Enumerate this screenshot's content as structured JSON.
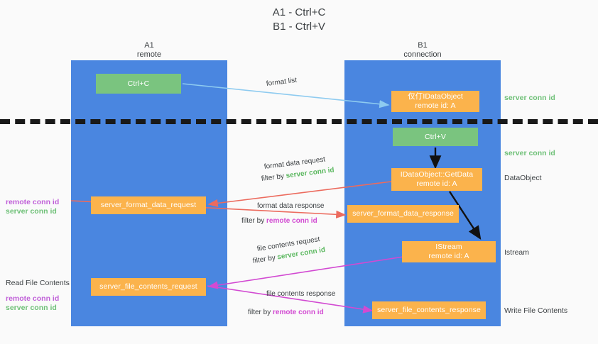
{
  "title": "A1 - Ctrl+C\nB1 - Ctrl+V",
  "lanes": {
    "left": {
      "label": "A1\nremote"
    },
    "right": {
      "label": "B1\nconnection"
    }
  },
  "nodes": {
    "ctrl_c": "Ctrl+C",
    "ctrl_v": "Ctrl+V",
    "idataobject": "仅仃IDataObject\nremote id: A",
    "getdata": "IDataObject::GetData\nremote id: A",
    "istream": "IStream\nremote id: A",
    "server_format_data_request": "server_format_data_request",
    "server_format_data_response": "server_format_data_response",
    "server_file_contents_request": "server_file_contents_request",
    "server_file_contents_response": "server_file_contents_response"
  },
  "edges": {
    "format_list": "format list",
    "format_data_request": "format data request",
    "format_data_request_filter_prefix": "filter by ",
    "format_data_request_filter_value": "server conn id",
    "format_data_response": "format data response",
    "format_data_response_filter_prefix": "filter by ",
    "format_data_response_filter_value": "remote conn id",
    "file_contents_request": "file contents request",
    "file_contents_request_filter_prefix": "filter by ",
    "file_contents_request_filter_value": "server conn id",
    "file_contents_response": "file contents response",
    "file_contents_response_filter_prefix": "filter by ",
    "file_contents_response_filter_value": "remote conn id"
  },
  "annotations": {
    "right_server_conn_id_top": "server conn id",
    "right_server_conn_id_mid": "server conn id",
    "right_dataobject": "DataObject",
    "right_istream": "Istream",
    "right_write_file_contents": "Write File Contents",
    "left_remote_conn_id_1": "remote conn id",
    "left_server_conn_id_1": "server conn id",
    "left_read_file_contents": "Read File Contents",
    "left_remote_conn_id_2": "remote conn id",
    "left_server_conn_id_2": "server conn id"
  },
  "colors": {
    "lane": "#4a86e0",
    "green_node": "#7ac47f",
    "orange_node": "#fbb34c",
    "server_conn_id": "#6ec077",
    "remote_conn_id": "#c060d8",
    "arrow_blue": "#8ecbf0",
    "arrow_red": "#ec6b5e",
    "arrow_magenta": "#d24ad2",
    "arrow_black": "#111111",
    "background": "#fafafa"
  }
}
